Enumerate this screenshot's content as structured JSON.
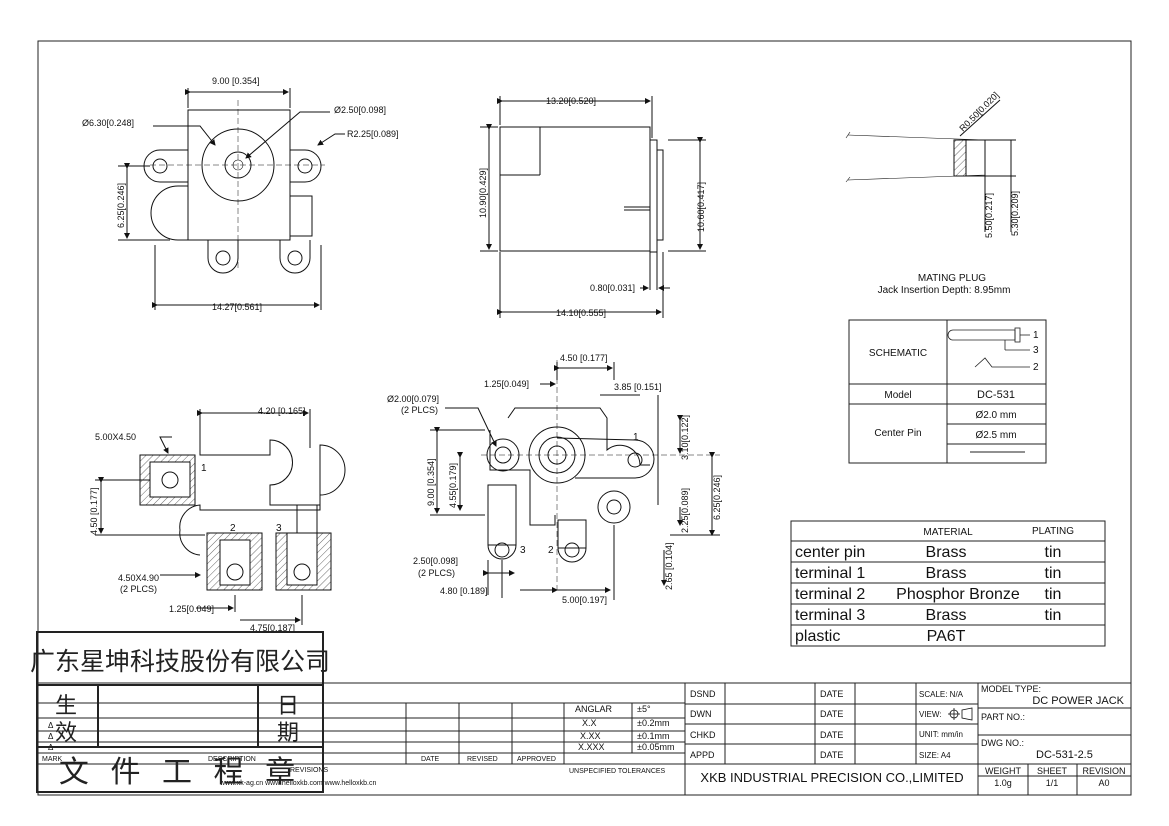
{
  "views": {
    "front": {
      "dim_top": "9.00 [0.354]",
      "dim_hole_dia": "Ø2.50[0.098]",
      "dim_body_dia": "Ø6.30[0.248]",
      "dim_radius": "R2.25[0.089]",
      "dim_left_height": "6.25[0.246]",
      "dim_bottom_width": "14.27[0.561]"
    },
    "side": {
      "dim_top": "13.20[0.520]",
      "dim_left_height": "10.90[0.429]",
      "dim_right_height": "10.60[0.417]",
      "dim_pin": "0.80[0.031]",
      "dim_bottom": "14.10[0.555]"
    },
    "plug": {
      "dim_radius": "R0.50[0.020]",
      "dim_outer": "5.50[0.217]",
      "dim_inner": "5.30[0.209]",
      "title": "MATING PLUG",
      "subtitle": "Jack Insertion Depth: 8.95mm"
    },
    "pcb_layout": {
      "dim_pad": "5.00X4.50",
      "dim_offset": "4.20 [0.165]",
      "dim_height": "4.50 [0.177]",
      "dim_pads2": "4.50X4.90",
      "dim_pads2_count": "(2 PLCS)",
      "dim_1_25": "1.25[0.049]",
      "dim_4_75": "4.75[0.187]",
      "pin_1": "1",
      "pin_2": "2",
      "pin_3": "3"
    },
    "bottom": {
      "dim_4_50": "4.50 [0.177]",
      "dim_1_25": "1.25[0.049]",
      "dim_3_85": "3.85 [0.151]",
      "dim_hole": "Ø2.00[0.079]",
      "dim_hole_count": "(2 PLCS)",
      "dim_9_00": "9.00 [0.354]",
      "dim_4_55": "4.55[0.179]",
      "dim_3_10": "3.10[0.122]",
      "dim_6_25": "6.25[0.246]",
      "dim_2_25": "2.25[0.089]",
      "dim_2_65": "2.65 [0.104]",
      "dim_slot": "2.50[0.098]",
      "dim_slot_count": "(2 PLCS)",
      "dim_4_80": "4.80 [0.189]",
      "dim_5_00": "5.00[0.197]",
      "pin_1": "1",
      "pin_2": "2",
      "pin_3": "3"
    }
  },
  "schematic_table": {
    "schematic_label": "SCHEMATIC",
    "pins": [
      "1",
      "3",
      "2"
    ],
    "model_label": "Model",
    "model_value": "DC-531",
    "center_pin_label": "Center Pin",
    "center_pin_opt1": "Ø2.0 mm",
    "center_pin_opt2": "Ø2.5 mm"
  },
  "material_table": {
    "header_material": "MATERIAL",
    "header_plating": "PLATING",
    "rows": [
      {
        "part": "center pin",
        "material": "Brass",
        "plating": "tin"
      },
      {
        "part": "terminal 1",
        "material": "Brass",
        "plating": "tin"
      },
      {
        "part": "terminal 2",
        "material": "Phosphor Bronze",
        "plating": "tin"
      },
      {
        "part": "terminal 3",
        "material": "Brass",
        "plating": "tin"
      },
      {
        "part": "plastic",
        "material": "PA6T",
        "plating": ""
      }
    ]
  },
  "title_block": {
    "tolerances": {
      "rows": [
        {
          "label": "ANGLAR",
          "value": "±5°"
        },
        {
          "label": "X.X",
          "value": "±0.2mm"
        },
        {
          "label": "X.XX",
          "value": "±0.1mm"
        },
        {
          "label": "X.XXX",
          "value": "±0.05mm"
        }
      ],
      "caption": "UNSPECIFIED TOLERANCES"
    },
    "revisions": {
      "mark": "MARK",
      "description": "DESCRIPTION",
      "date": "DATE",
      "revised": "REVISED",
      "approved": "APPROVED",
      "caption": "REVISIONS",
      "tri1": "Δ",
      "tri2": "Δ",
      "tri3": "Δ"
    },
    "signoff": {
      "labels": [
        "DSND",
        "DWN",
        "CHKD",
        "APPD"
      ],
      "date_label": "DATE"
    },
    "scale": "SCALE: N/A",
    "view": "VIEW:",
    "unit": "UNIT: mm/in",
    "size": "SIZE: A4",
    "model_type_label": "MODEL TYPE:",
    "model_type_value": "DC POWER JACK",
    "part_no_label": "PART NO.:",
    "dwg_no_label": "DWG NO.:",
    "dwg_no_value": "DC-531-2.5",
    "company": "XKB INDUSTRIAL PRECISION CO.,LIMITED",
    "weight_label": "WEIGHT",
    "weight_value": "1.0g",
    "sheet_label": "SHEET",
    "sheet_value": "1/1",
    "revision_label": "REVISION",
    "revision_value": "A0",
    "websites": "www.xk-ag.cn   www.helloxkb.com   www.helloxkb.cn"
  },
  "stamp": {
    "company_cn": "广东星坤科技股份有限公司",
    "left_top": "生",
    "left_bottom": "效",
    "right_top": "日",
    "right_bottom": "期",
    "bottom_text": "文 件 工 程 章"
  }
}
